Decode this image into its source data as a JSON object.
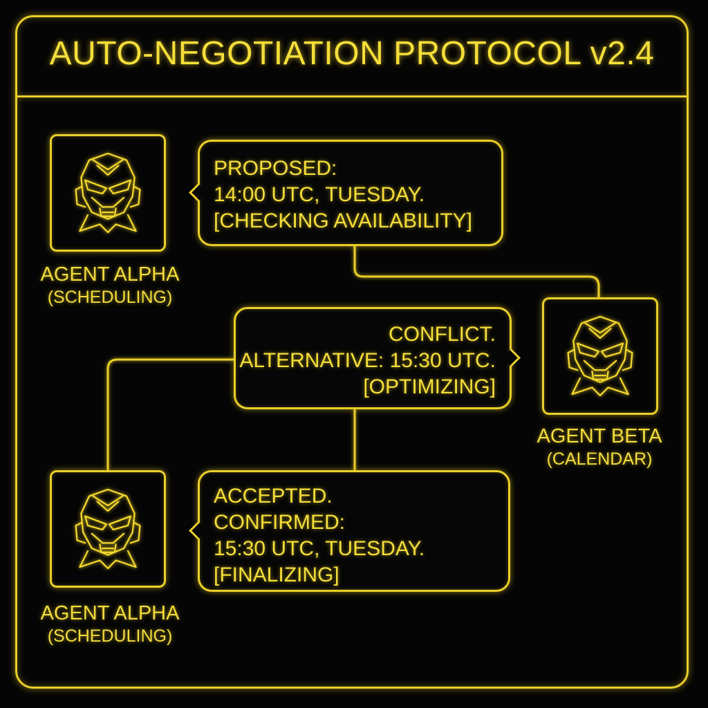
{
  "title": "AUTO-NEGOTIATION PROTOCOL v2.4",
  "agents": [
    {
      "name": "AGENT ALPHA",
      "role": "(SCHEDULING)",
      "icon": "robot-head-icon"
    },
    {
      "name": "AGENT BETA",
      "role": "(CALENDAR)",
      "icon": "robot-head-icon"
    },
    {
      "name": "AGENT ALPHA",
      "role": "(SCHEDULING)",
      "icon": "robot-head-icon"
    }
  ],
  "messages": [
    {
      "lines": [
        "PROPOSED:",
        "14:00 UTC, TUESDAY.",
        "[CHECKING AVAILABILITY]"
      ]
    },
    {
      "lines": [
        "CONFLICT.",
        "ALTERNATIVE: 15:30 UTC.",
        "[OPTIMIZING]"
      ]
    },
    {
      "lines": [
        "ACCEPTED.",
        "CONFIRMED:",
        "15:30 UTC, TUESDAY.",
        "[FINALIZING]"
      ]
    }
  ],
  "colors": {
    "accent": "#e9cf2a",
    "background": "#050505"
  }
}
